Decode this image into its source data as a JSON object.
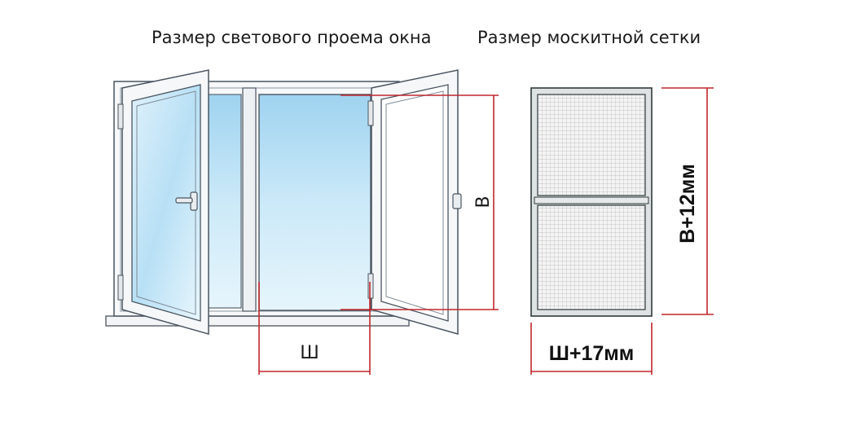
{
  "titles": {
    "light_opening": "Размер светового проема окна",
    "mosquito_net": "Размер москитной сетки"
  },
  "labels": {
    "window_width": "Ш",
    "window_height": "В",
    "net_width": "Ш+17мм",
    "net_height": "В+12мм"
  },
  "colors": {
    "dimension_line": "#c0272d",
    "glass": "#a9d8f2",
    "frame": "#f4f6f8",
    "net_frame": "#2f3a3a"
  }
}
